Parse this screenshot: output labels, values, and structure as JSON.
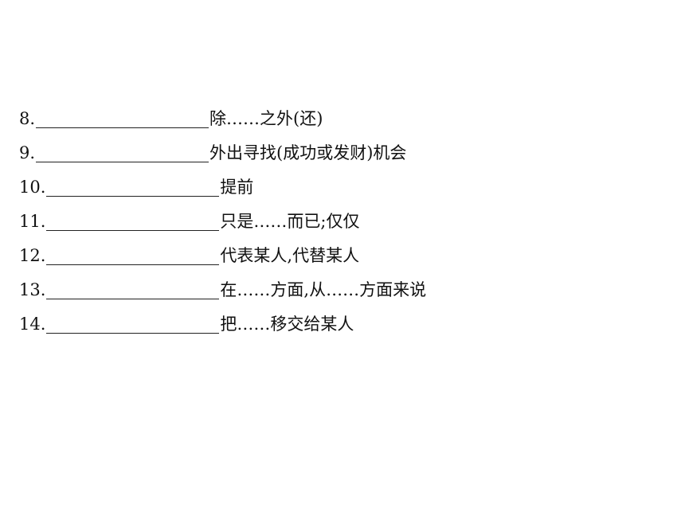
{
  "exercise": {
    "items": [
      {
        "number": "8.",
        "meaning": "除……之外(还)"
      },
      {
        "number": "9.",
        "meaning": "外出寻找(成功或发财)机会"
      },
      {
        "number": "10.",
        "meaning": "提前"
      },
      {
        "number": "11.",
        "meaning": "只是……而已;仅仅"
      },
      {
        "number": "12.",
        "meaning": "代表某人,代替某人"
      },
      {
        "number": "13.",
        "meaning": "在……方面,从……方面来说"
      },
      {
        "number": "14.",
        "meaning": "把……移交给某人"
      }
    ]
  }
}
